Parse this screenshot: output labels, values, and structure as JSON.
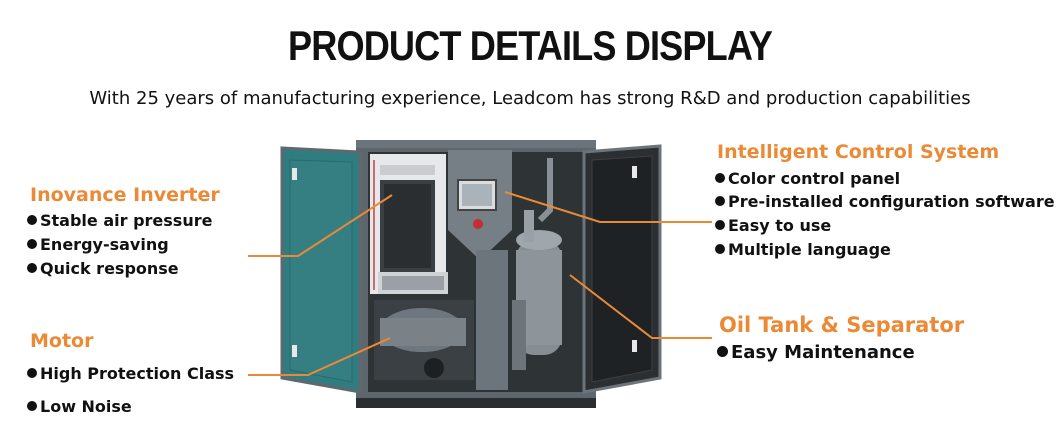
{
  "title": "PRODUCT DETAILS DISPLAY",
  "subtitle": "With 25 years of manufacturing experience, Leadcom has strong R&D and production capabilities",
  "callouts": {
    "inverter": {
      "heading": "Inovance Inverter",
      "items": [
        "Stable air pressure",
        "Energy-saving",
        "Quick response"
      ]
    },
    "motor": {
      "heading": "Motor",
      "items": [
        "High Protection Class",
        "Low Noise"
      ]
    },
    "control": {
      "heading": "Intelligent Control System",
      "items": [
        "Color control panel",
        "Pre-installed configuration software",
        "Easy to use",
        "Multiple  language"
      ]
    },
    "oil_tank": {
      "heading": "Oil Tank & Separator",
      "items": [
        "Easy Maintenance"
      ]
    }
  },
  "colors": {
    "accent": "#ea8a36",
    "door_teal": "#2f7d80",
    "cabinet": "#565f66"
  }
}
